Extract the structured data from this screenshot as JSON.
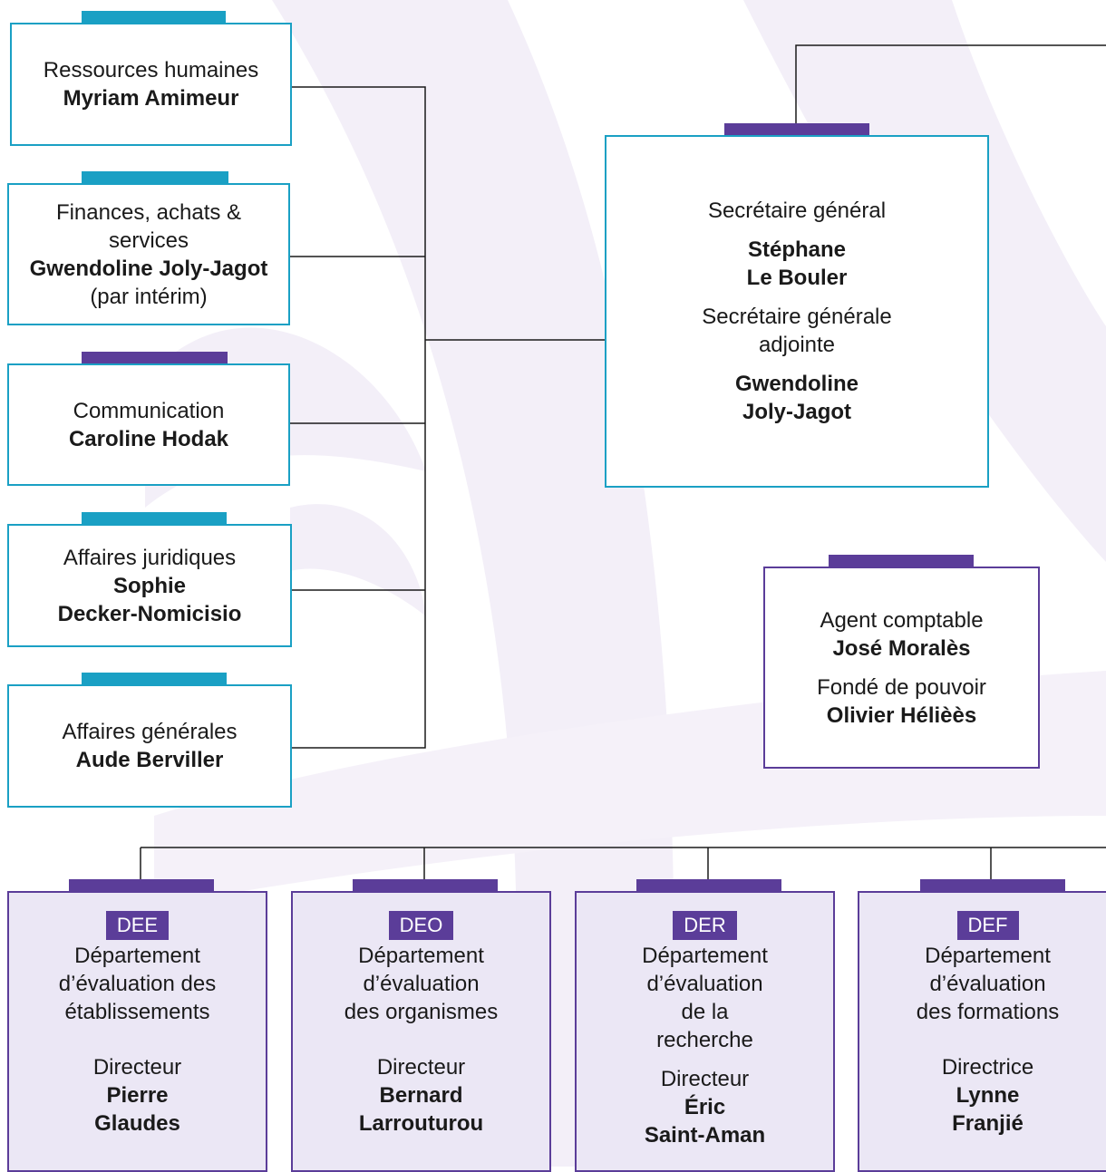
{
  "side_units": [
    {
      "unit": "Ressources humaines",
      "head": "Myriam Amimeur",
      "note": ""
    },
    {
      "unit_line1": "Finances, achats &",
      "unit_line2": "services",
      "head": "Gwendoline Joly-Jagot",
      "note": "(par intérim)"
    },
    {
      "unit": "Communication",
      "head": "Caroline Hodak",
      "note": ""
    },
    {
      "unit": "Affaires juridiques",
      "head_line1": "Sophie",
      "head_line2": "Decker-Nomicisio",
      "note": ""
    },
    {
      "unit": "Affaires générales",
      "head": "Aude Berviller",
      "note": ""
    }
  ],
  "secretariat": {
    "sg_title": "Secrétaire général",
    "sg_name_line1": "Stéphane",
    "sg_name_line2": "Le Bouler",
    "sga_title_line1": "Secrétaire générale",
    "sga_title_line2": "adjointe",
    "sga_name_line1": "Gwendoline",
    "sga_name_line2": "Joly-Jagot"
  },
  "accounting": {
    "title": "Agent comptable",
    "name": "José Moralès",
    "title2": "Fondé de pouvoir",
    "name2": "Olivier Hélièès"
  },
  "departments": [
    {
      "code": "DEE",
      "lines": [
        "Département",
        "d’évaluation des",
        "établissements"
      ],
      "role": "Directeur",
      "name_line1": "Pierre",
      "name_line2": "Glaudes"
    },
    {
      "code": "DEO",
      "lines": [
        "Département",
        "d’évaluation",
        "des organismes"
      ],
      "role": "Directeur",
      "name_line1": "Bernard",
      "name_line2": "Larrouturou"
    },
    {
      "code": "DER",
      "lines": [
        "Département",
        "d’évaluation",
        "de la",
        "recherche"
      ],
      "role": "Directeur",
      "name_line1": "Éric",
      "name_line2": "Saint-Aman"
    },
    {
      "code": "DEF",
      "lines": [
        "Département",
        "d’évaluation",
        "des formations"
      ],
      "role": "Directrice",
      "name_line1": "Lynne",
      "name_line2": "Franjié"
    }
  ],
  "colors": {
    "accent_blue": "#1aa0c4",
    "accent_purple": "#5b3d99",
    "dept_fill": "#ebe7f5",
    "background_watermark": "#f3eff8"
  }
}
